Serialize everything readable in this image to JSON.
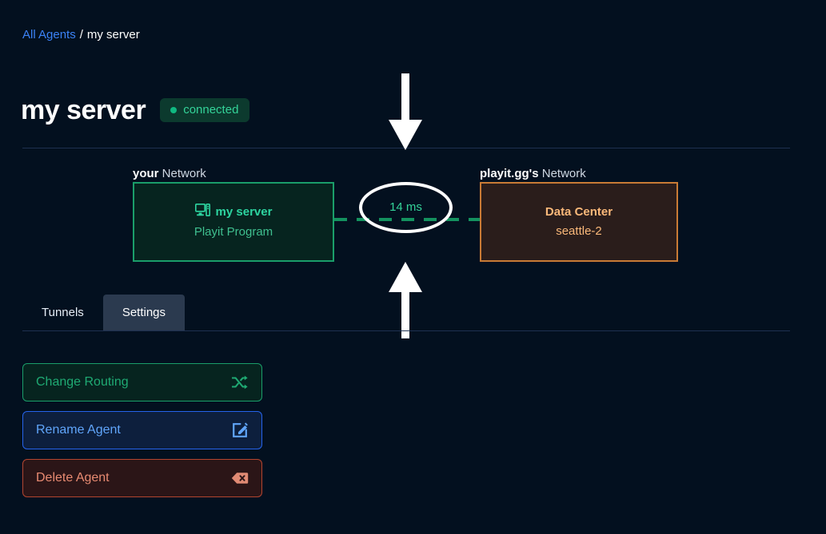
{
  "breadcrumb": {
    "link_label": "All Agents",
    "separator": "/",
    "current": "my server"
  },
  "header": {
    "title": "my server",
    "status_label": "connected",
    "status_dot_icon": "status-dot-icon",
    "status_color": "#10b981",
    "status_bg": "#0c3a2e"
  },
  "diagram": {
    "left": {
      "label_strong": "your",
      "label_rest": " Network",
      "box_icon": "desktop-computer-icon",
      "box_title": "my server",
      "box_sub": "Playit Program",
      "border_color": "#1a9e6a",
      "fill_color": "#06241f"
    },
    "right": {
      "label_strong": "playit.gg's",
      "label_rest": " Network",
      "box_title": "Data Center",
      "box_sub": "seattle-2",
      "border_color": "#c97b35",
      "fill_color": "#2a1d1b"
    },
    "latency": "14 ms",
    "latency_color": "#34d399",
    "link_color": "#14925f",
    "arrow_down_icon": "arrow-down-icon",
    "arrow_up_icon": "arrow-up-icon"
  },
  "tabs": [
    {
      "label": "Tunnels",
      "active": false
    },
    {
      "label": "Settings",
      "active": true
    }
  ],
  "actions": [
    {
      "label": "Change Routing",
      "icon": "shuffle-icon",
      "accent": "#1a9e6a"
    },
    {
      "label": "Rename Agent",
      "icon": "pencil-square-icon",
      "accent": "#2563eb"
    },
    {
      "label": "Delete Agent",
      "icon": "backspace-delete-icon",
      "accent": "#b4452f"
    }
  ]
}
